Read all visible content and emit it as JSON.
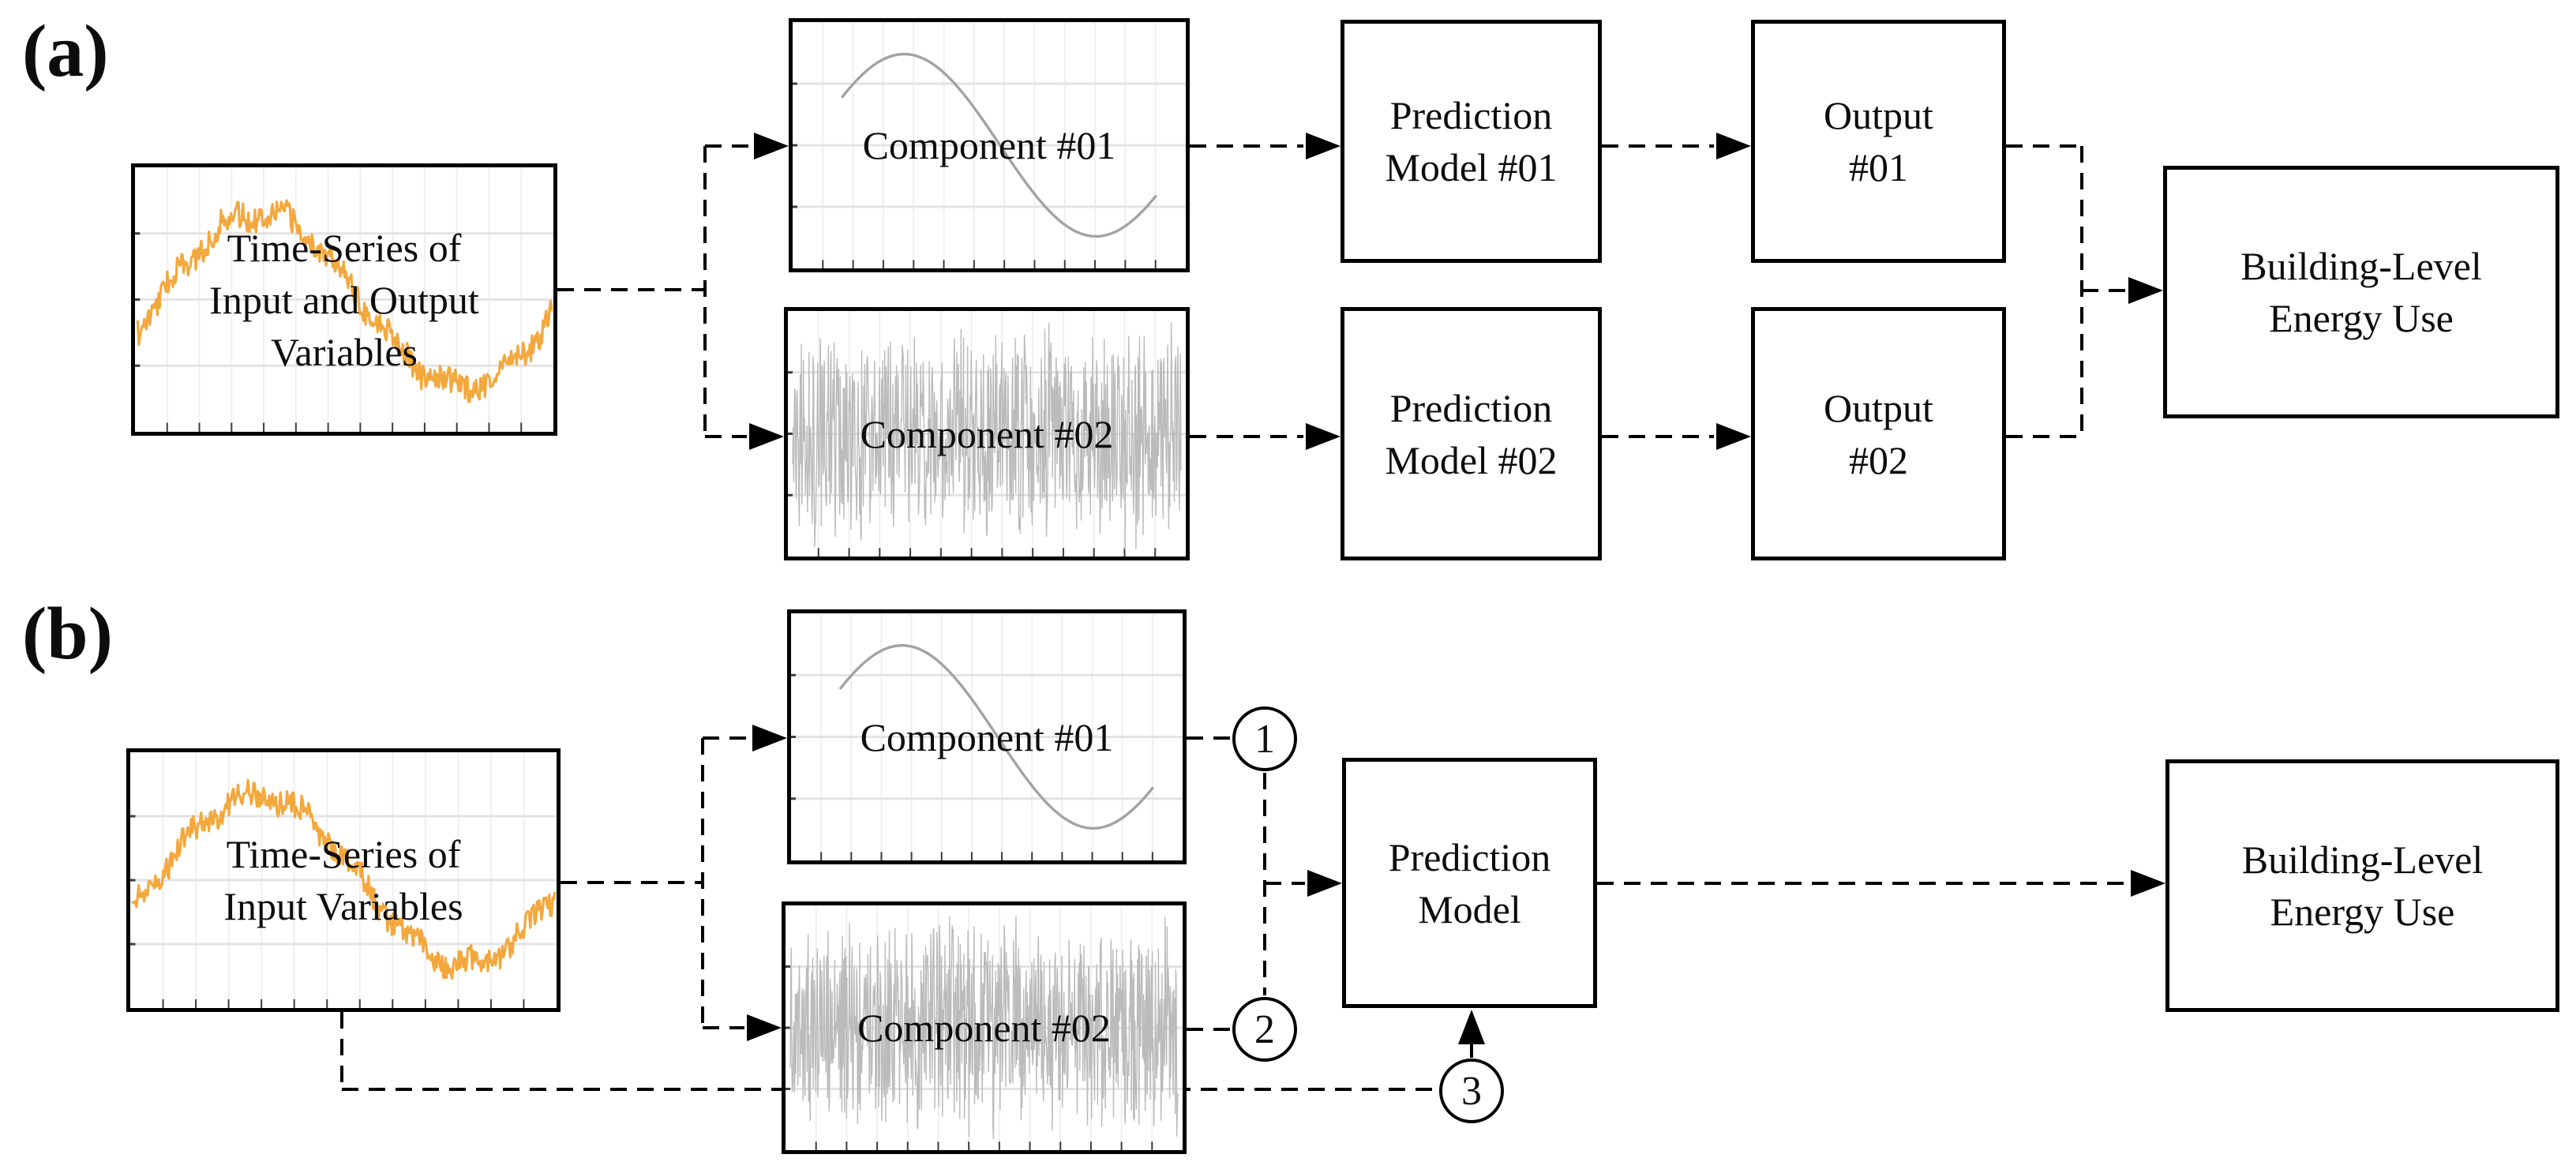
{
  "figure": {
    "panel_a": {
      "label": "(a)",
      "timeseries_box": {
        "line1": "Time-Series of",
        "line2": "Input and Output",
        "line3": "Variables"
      },
      "component1_box": {
        "label": "Component #01"
      },
      "component2_box": {
        "label": "Component #02"
      },
      "prediction1_box": {
        "line1": "Prediction",
        "line2": "Model #01"
      },
      "prediction2_box": {
        "line1": "Prediction",
        "line2": "Model #02"
      },
      "output1_box": {
        "line1": "Output",
        "line2": "#01"
      },
      "output2_box": {
        "line1": "Output",
        "line2": "#02"
      },
      "building_box": {
        "line1": "Building-Level",
        "line2": "Energy Use"
      }
    },
    "panel_b": {
      "label": "(b)",
      "timeseries_box": {
        "line1": "Time-Series of",
        "line2": "Input Variables"
      },
      "component1_box": {
        "label": "Component #01"
      },
      "component2_box": {
        "label": "Component #02"
      },
      "prediction_box": {
        "line1": "Prediction",
        "line2": "Model"
      },
      "building_box": {
        "line1": "Building-Level",
        "line2": "Energy Use"
      },
      "marker1": "1",
      "marker2": "2",
      "marker3": "3"
    },
    "colors": {
      "input_wave": "#F3A83E",
      "component_wave": "#A3A3A3",
      "noise_wave": "#BBBBBB",
      "grid_vertical": "#EFEFEF",
      "grid_horizontal": "#E3E3E3",
      "tick": "#3C3C3C",
      "connector": "#000000"
    }
  }
}
